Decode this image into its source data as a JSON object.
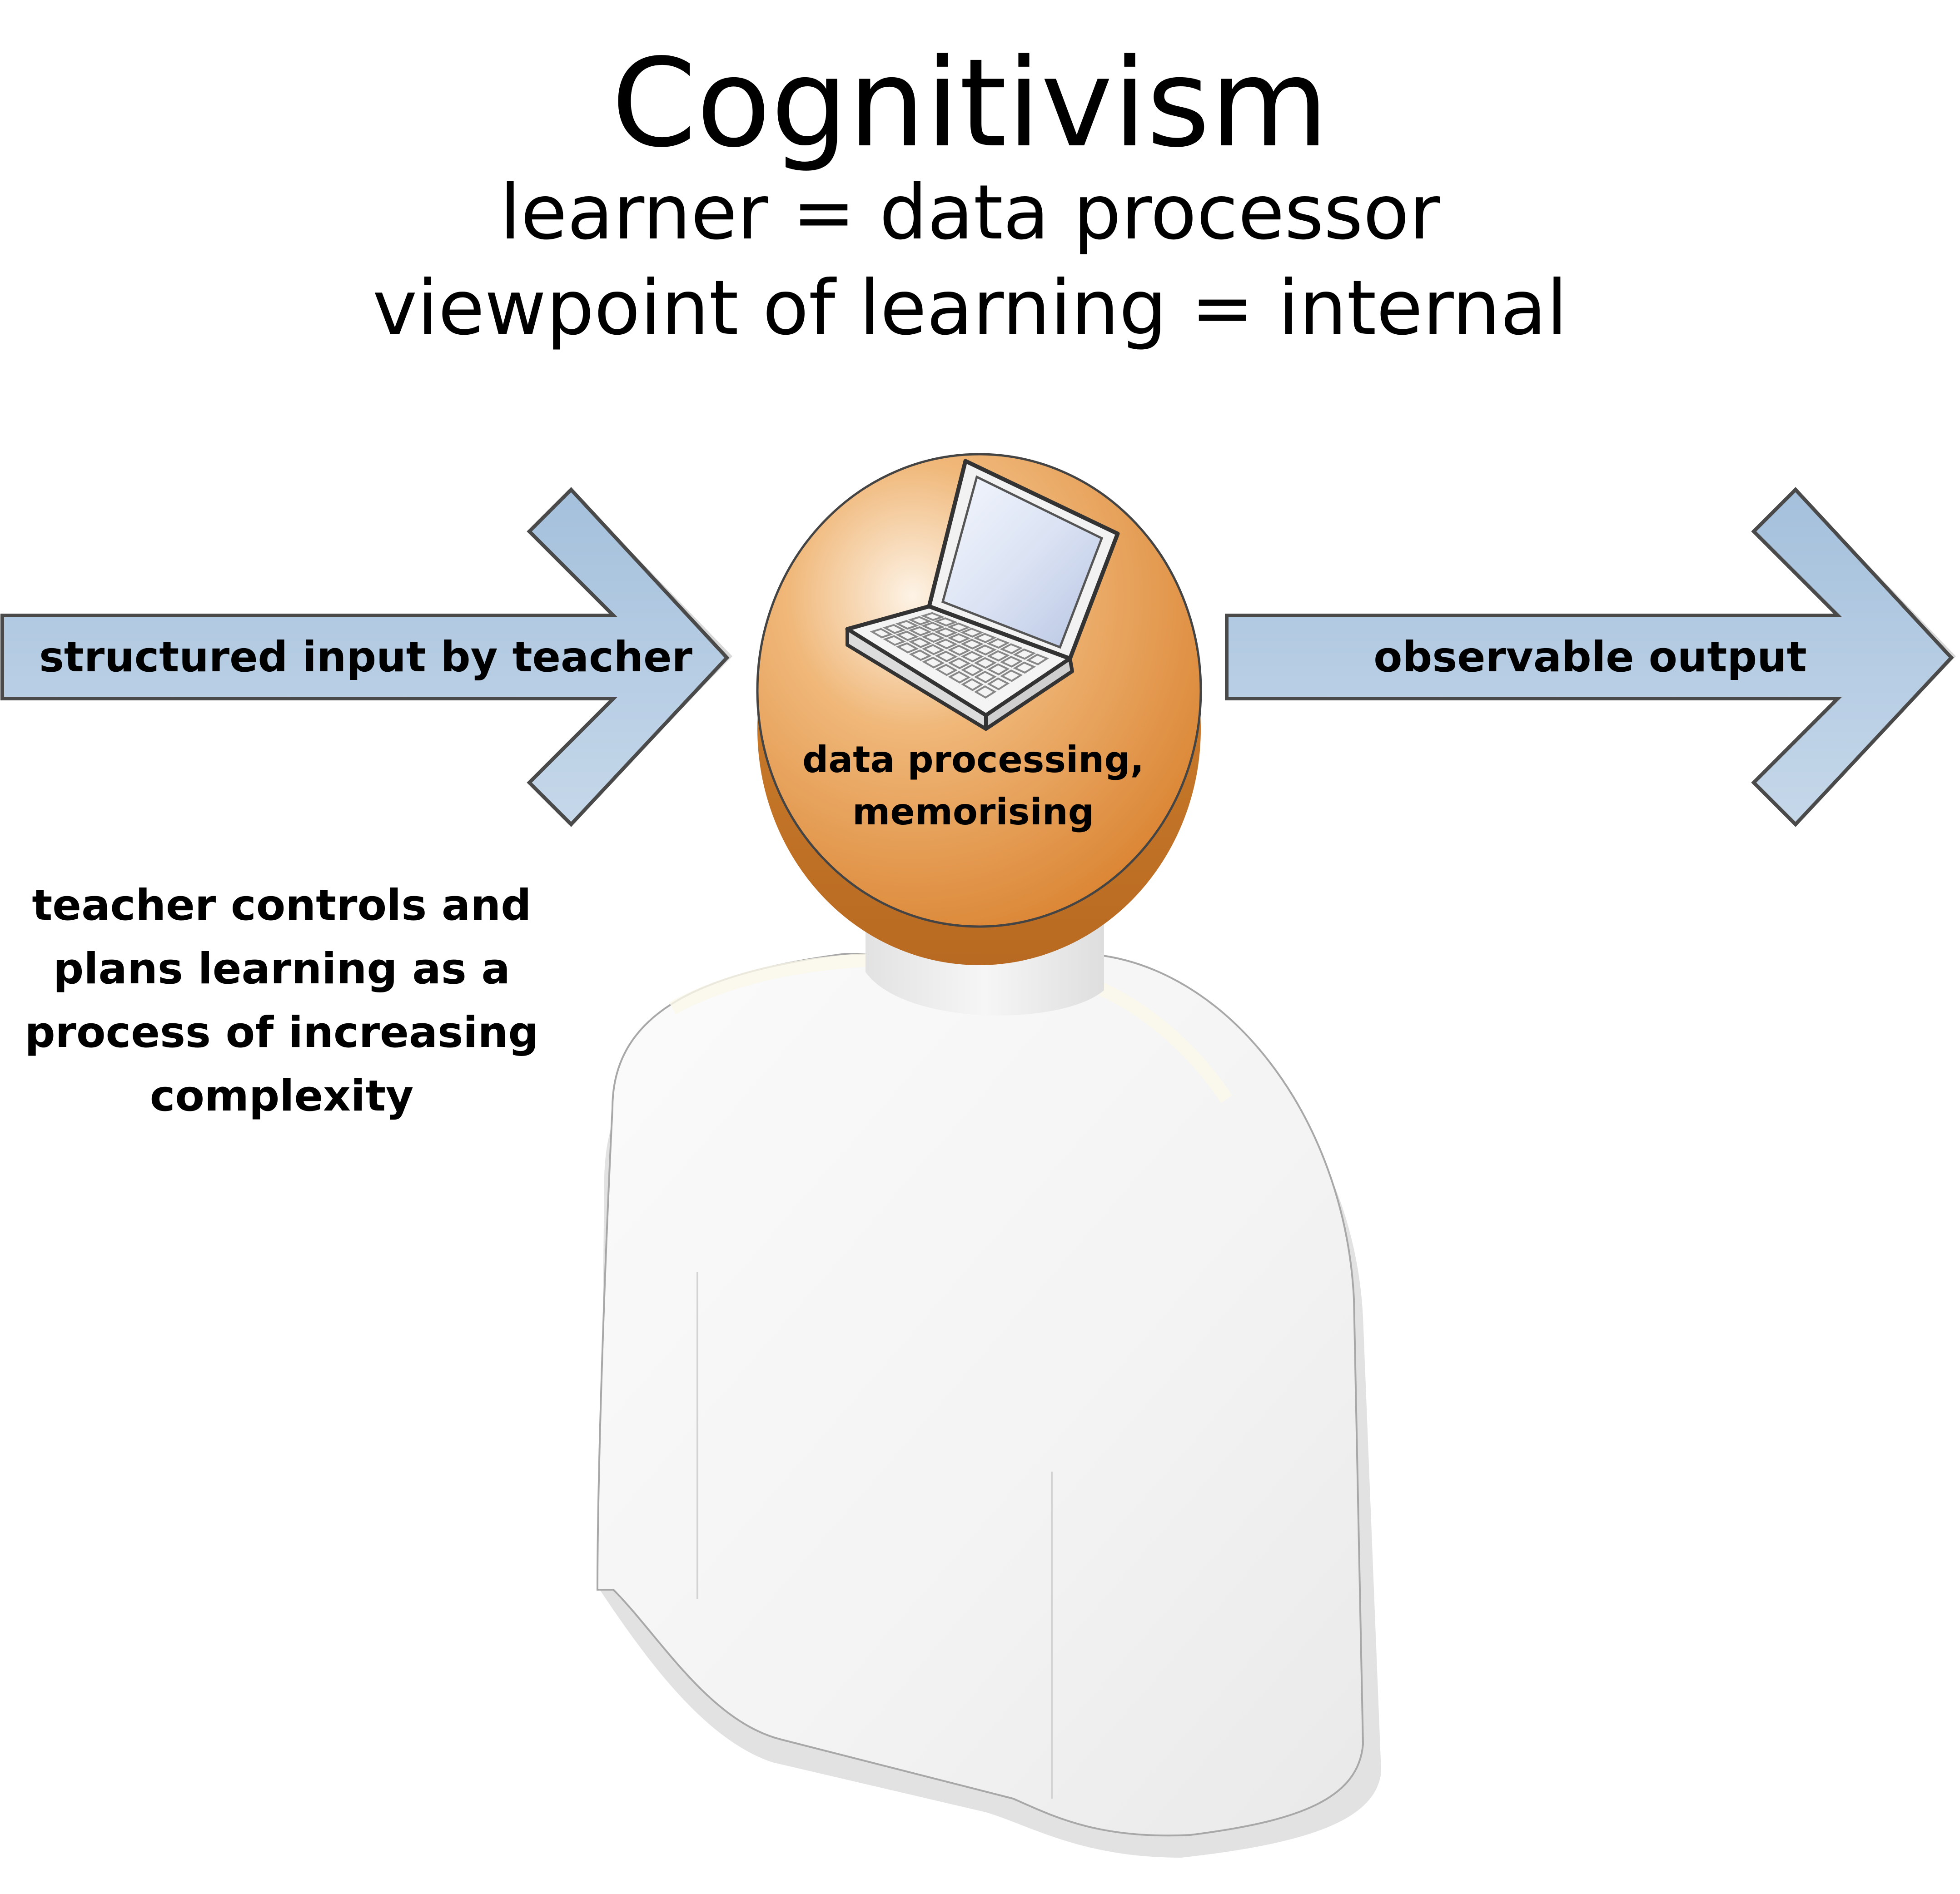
{
  "title": "Cognitivism",
  "subtitle_lines": [
    "learner = data processor",
    "viewpoint of learning = internal"
  ],
  "input_arrow": {
    "label": "structured input by teacher"
  },
  "output_arrow": {
    "label": "observable output"
  },
  "head": {
    "label_lines": [
      "data processing,",
      "memorising"
    ],
    "icon": "laptop-icon"
  },
  "teacher_note": {
    "lines": [
      "teacher controls and",
      "plans learning as a",
      "process of increasing",
      "complexity"
    ]
  },
  "colors": {
    "arrow_fill": "#b9cfe5",
    "arrow_stroke": "#4a4a4a",
    "head_fill": "#e79a4b",
    "body_fill": "#f2f2f2"
  }
}
